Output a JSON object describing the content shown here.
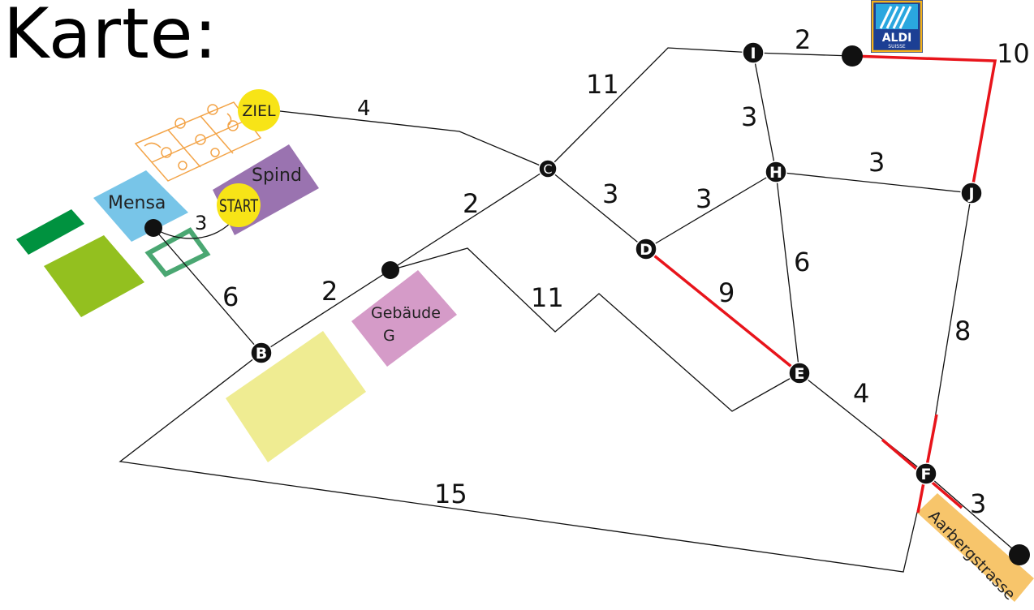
{
  "title": "Karte:",
  "colors": {
    "route": "#e8141b",
    "edge": "#111111",
    "start_ziel": "#f7e417",
    "mensa": "#78c5e8",
    "spind": "#9a73b0",
    "gebaeude": "#d59bc8",
    "yellow_field": "#efec92",
    "green_light": "#93c01f",
    "green_dark": "#00923f",
    "green_outline": "#4aa772",
    "court": "#f3a448",
    "aarberg": "#f7c56b",
    "aldi_bg": "#1c3f94"
  },
  "places": {
    "mensa": "Mensa",
    "spind": "Spind",
    "start": "START",
    "ziel": "ZIEL",
    "gebaeude_line1": "Gebäude",
    "gebaeude_line2": "G",
    "aarberg": "Aarbergstrasse",
    "aldi": "ALDI",
    "aldi_sub": "SUISSE",
    "aldi_icon": "aldi-logo-icon",
    "court_icon": "basketball-court-icon"
  },
  "nodes": [
    "B",
    "C",
    "D",
    "E",
    "F",
    "H",
    "I",
    "J"
  ],
  "weights": {
    "ziel_c": "4",
    "c_i": "11",
    "i_aldi": "2",
    "aldi_j": "10",
    "i_h": "3",
    "h_j": "3",
    "c_d": "3",
    "d_h": "3",
    "mensa_start": "3",
    "b_c": "2",
    "b_mid": "2",
    "mensa_b": "6",
    "mid_e": "11",
    "d_e": "9",
    "h_e": "6",
    "j_f": "8",
    "e_f": "4",
    "f_end": "3",
    "b_f": "15"
  }
}
